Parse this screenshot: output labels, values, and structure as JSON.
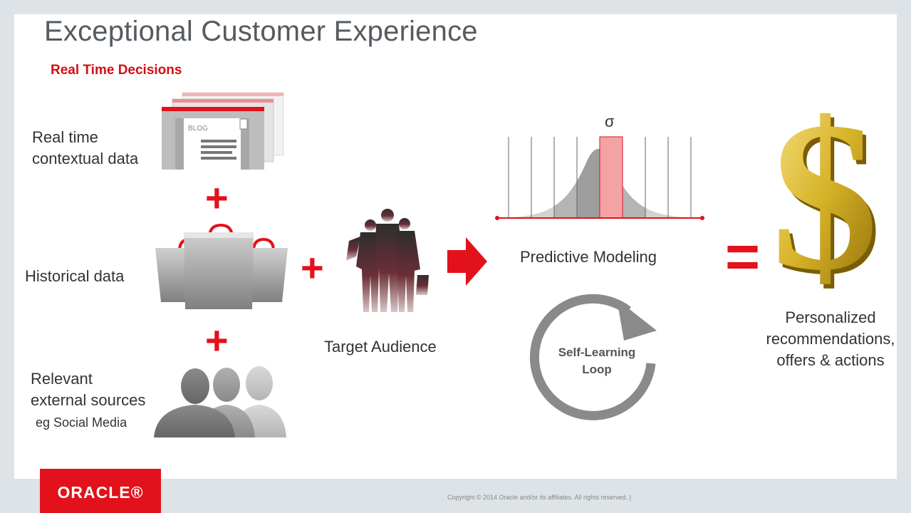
{
  "slide": {
    "title": "Exceptional Customer Experience",
    "subtitle": "Real Time Decisions"
  },
  "inputs": {
    "realtime_line1": "Real time",
    "realtime_line2": "contextual data",
    "blog_label": "BLOG",
    "historical": "Historical data",
    "external_line1": "Relevant",
    "external_line2": "external sources",
    "external_line3": "eg Social Media"
  },
  "operators": {
    "plus": "+",
    "equals": "="
  },
  "audience": {
    "label": "Target Audience"
  },
  "model": {
    "sigma": "σ",
    "label": "Predictive Modeling"
  },
  "loop": {
    "line1": "Self-Learning",
    "line2": "Loop"
  },
  "result": {
    "line1": "Personalized",
    "line2": "recommendations,",
    "line3": "offers & actions"
  },
  "footer": {
    "logo": "ORACLE®",
    "copyright": "Copyright © 2014 Oracle and/or its affiliates. All rights reserved.  |"
  },
  "colors": {
    "accent": "#e3111b",
    "title": "#555b60",
    "subtitle": "#d30e13",
    "gold": "#d4a017"
  }
}
